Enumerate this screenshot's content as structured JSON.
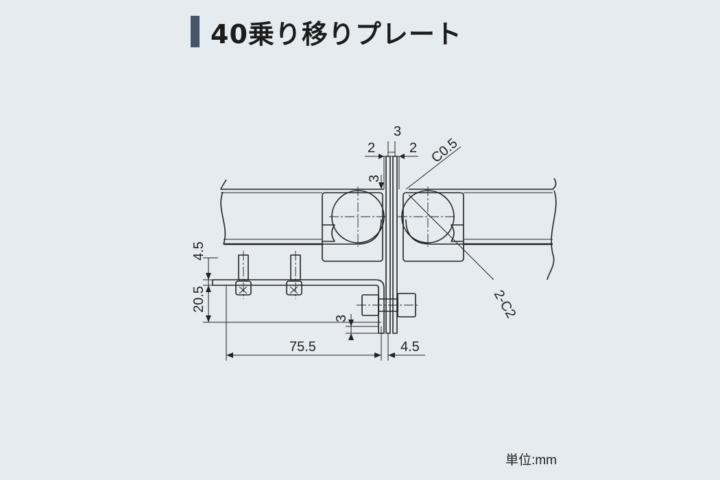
{
  "title": "40乗り移りプレート",
  "accent_color": "#45546a",
  "background_color": "#e6ebef",
  "dimensions": {
    "top_3": "3",
    "left_2": "2",
    "right_2": "2",
    "vertical_3_top": "3",
    "chamfer_c05": "C0.5",
    "h_4_5": "4.5",
    "h_20_5": "20.5",
    "vertical_3_bottom": "3",
    "w_75_5": "75.5",
    "w_4_5": "4.5",
    "chamfer_2c2": "2-C2"
  },
  "unit_label": "単位:mm"
}
